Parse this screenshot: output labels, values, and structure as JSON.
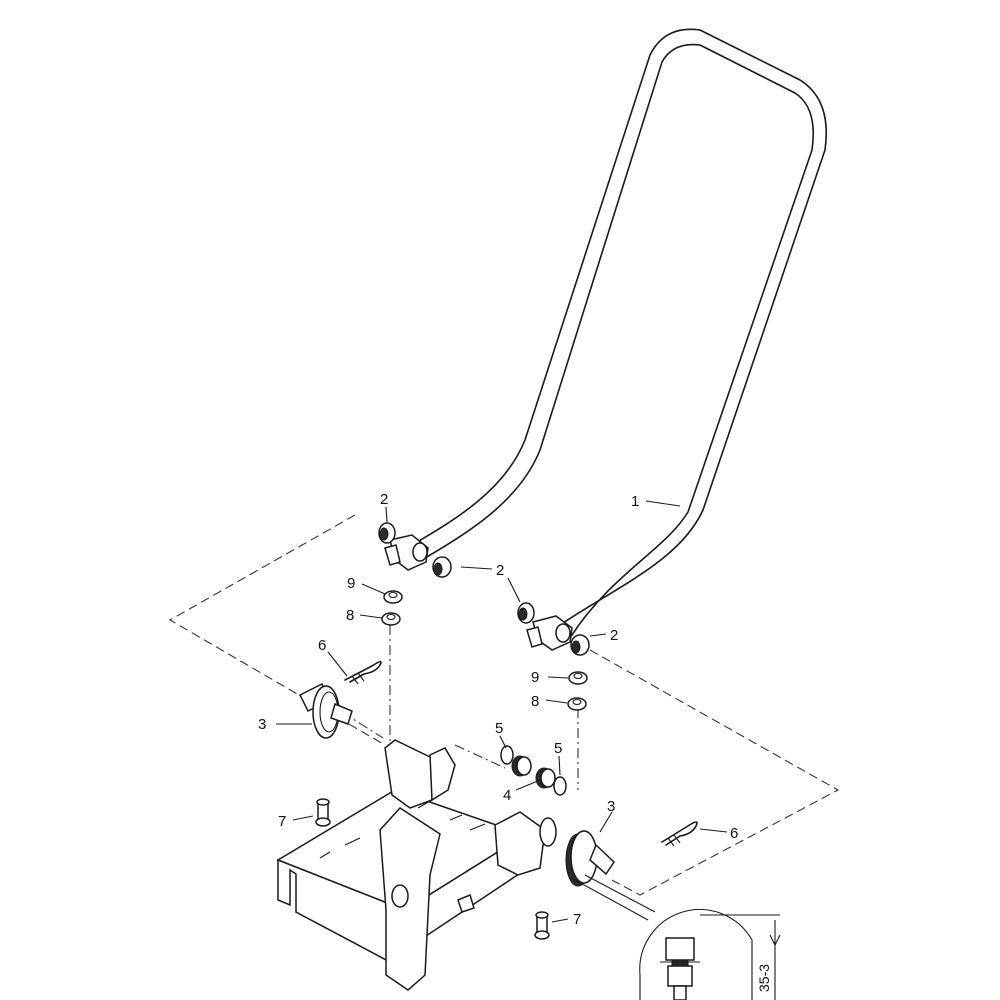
{
  "callouts": {
    "c1": "1",
    "c2a": "2",
    "c2b": "2",
    "c2c": "2",
    "c3a": "3",
    "c3b": "3",
    "c4": "4",
    "c5a": "5",
    "c5b": "5",
    "c6a": "6",
    "c6b": "6",
    "c7a": "7",
    "c7b": "7",
    "c8a": "8",
    "c8b": "8",
    "c9a": "9",
    "c9b": "9"
  },
  "detail": {
    "dimension_label": "35-3"
  }
}
